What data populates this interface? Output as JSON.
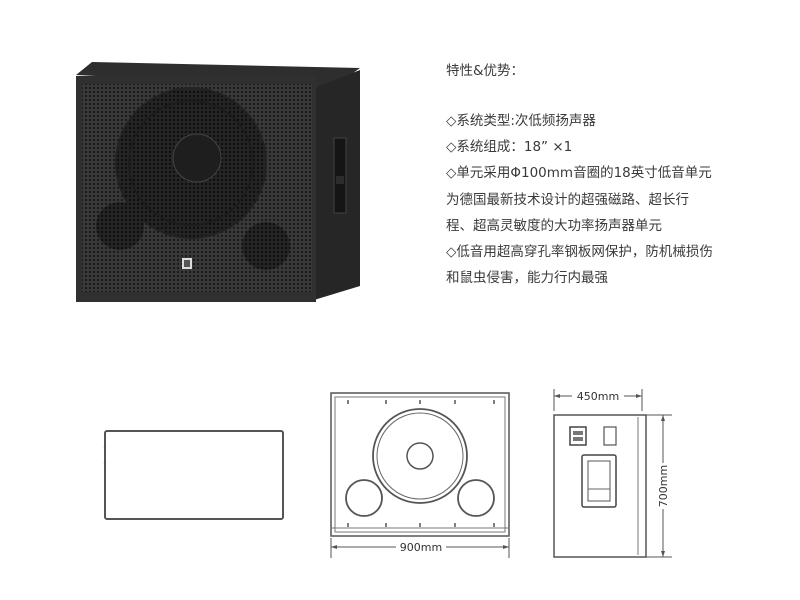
{
  "product_photo": {
    "alt": "18-inch subwoofer speaker cabinet with perforated steel grille",
    "logo_badge": "logo-badge"
  },
  "features": {
    "heading": "特性&优势：",
    "bullet_glyph": "◇",
    "lines": [
      "◇系统类型:次低频扬声器",
      "◇系统组成：18”  ×1",
      "◇单元采用Φ100mm音圈的18英寸低音单元",
      "为德国最新技术设计的超强磁路、超长行",
      "程、超高灵敏度的大功率扬声器单元",
      "◇低音用超高穿孔率钢板网保护，防机械损伤",
      "和鼠虫侵害，能力行内最强"
    ]
  },
  "drawings": {
    "top_view": {
      "label": "top-view"
    },
    "front_view": {
      "width_dimension": "900mm"
    },
    "side_view": {
      "depth_dimension": "450mm",
      "height_dimension": "700mm"
    }
  },
  "colors": {
    "text": "#3a3a3a",
    "line": "#555555",
    "cabinet": "#2b2b2b"
  }
}
